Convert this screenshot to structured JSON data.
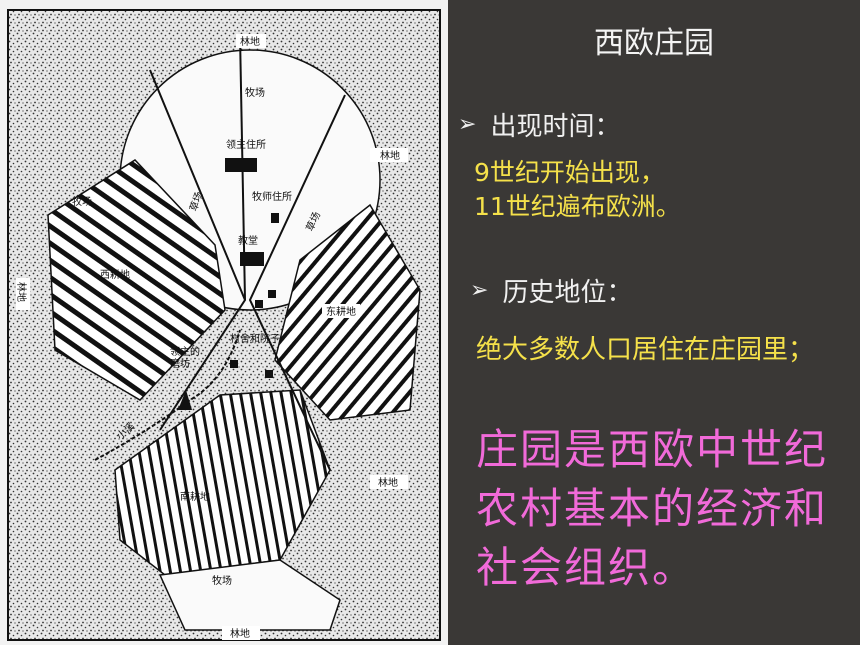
{
  "map": {
    "labels": {
      "forest_top": "林地",
      "forest_right": "林地",
      "forest_left": "林地",
      "forest_lower_right": "林地",
      "forest_bottom": "林地",
      "pasture_top": "牧场",
      "pasture_left": "牧场",
      "pasture_bottom": "牧场",
      "manor_house": "领主住所",
      "priest_house": "牧师住所",
      "church": "教堂",
      "west_field": "西耕地",
      "east_field": "东耕地",
      "south_field": "南耕地",
      "village": "村舍和院子",
      "mill": "领主的\n磨坊",
      "stream": "小溪",
      "meadow_left": "草场",
      "meadow_right": "草场"
    }
  },
  "slide": {
    "title": "西欧庄园",
    "section1_heading": "出现时间：",
    "section1_line1": "9世纪开始出现，",
    "section1_line2": "11世纪遍布欧洲。",
    "section2_heading": "历史地位：",
    "section2_text": "绝大多数人口居住在庄园里；",
    "highlight": "庄园是西欧中世纪农村基本的经济和社会组织。"
  },
  "colors": {
    "background": "#3a3836",
    "title": "#f4f4f4",
    "yellow": "#f5e14a",
    "magenta": "#f16ad9"
  }
}
